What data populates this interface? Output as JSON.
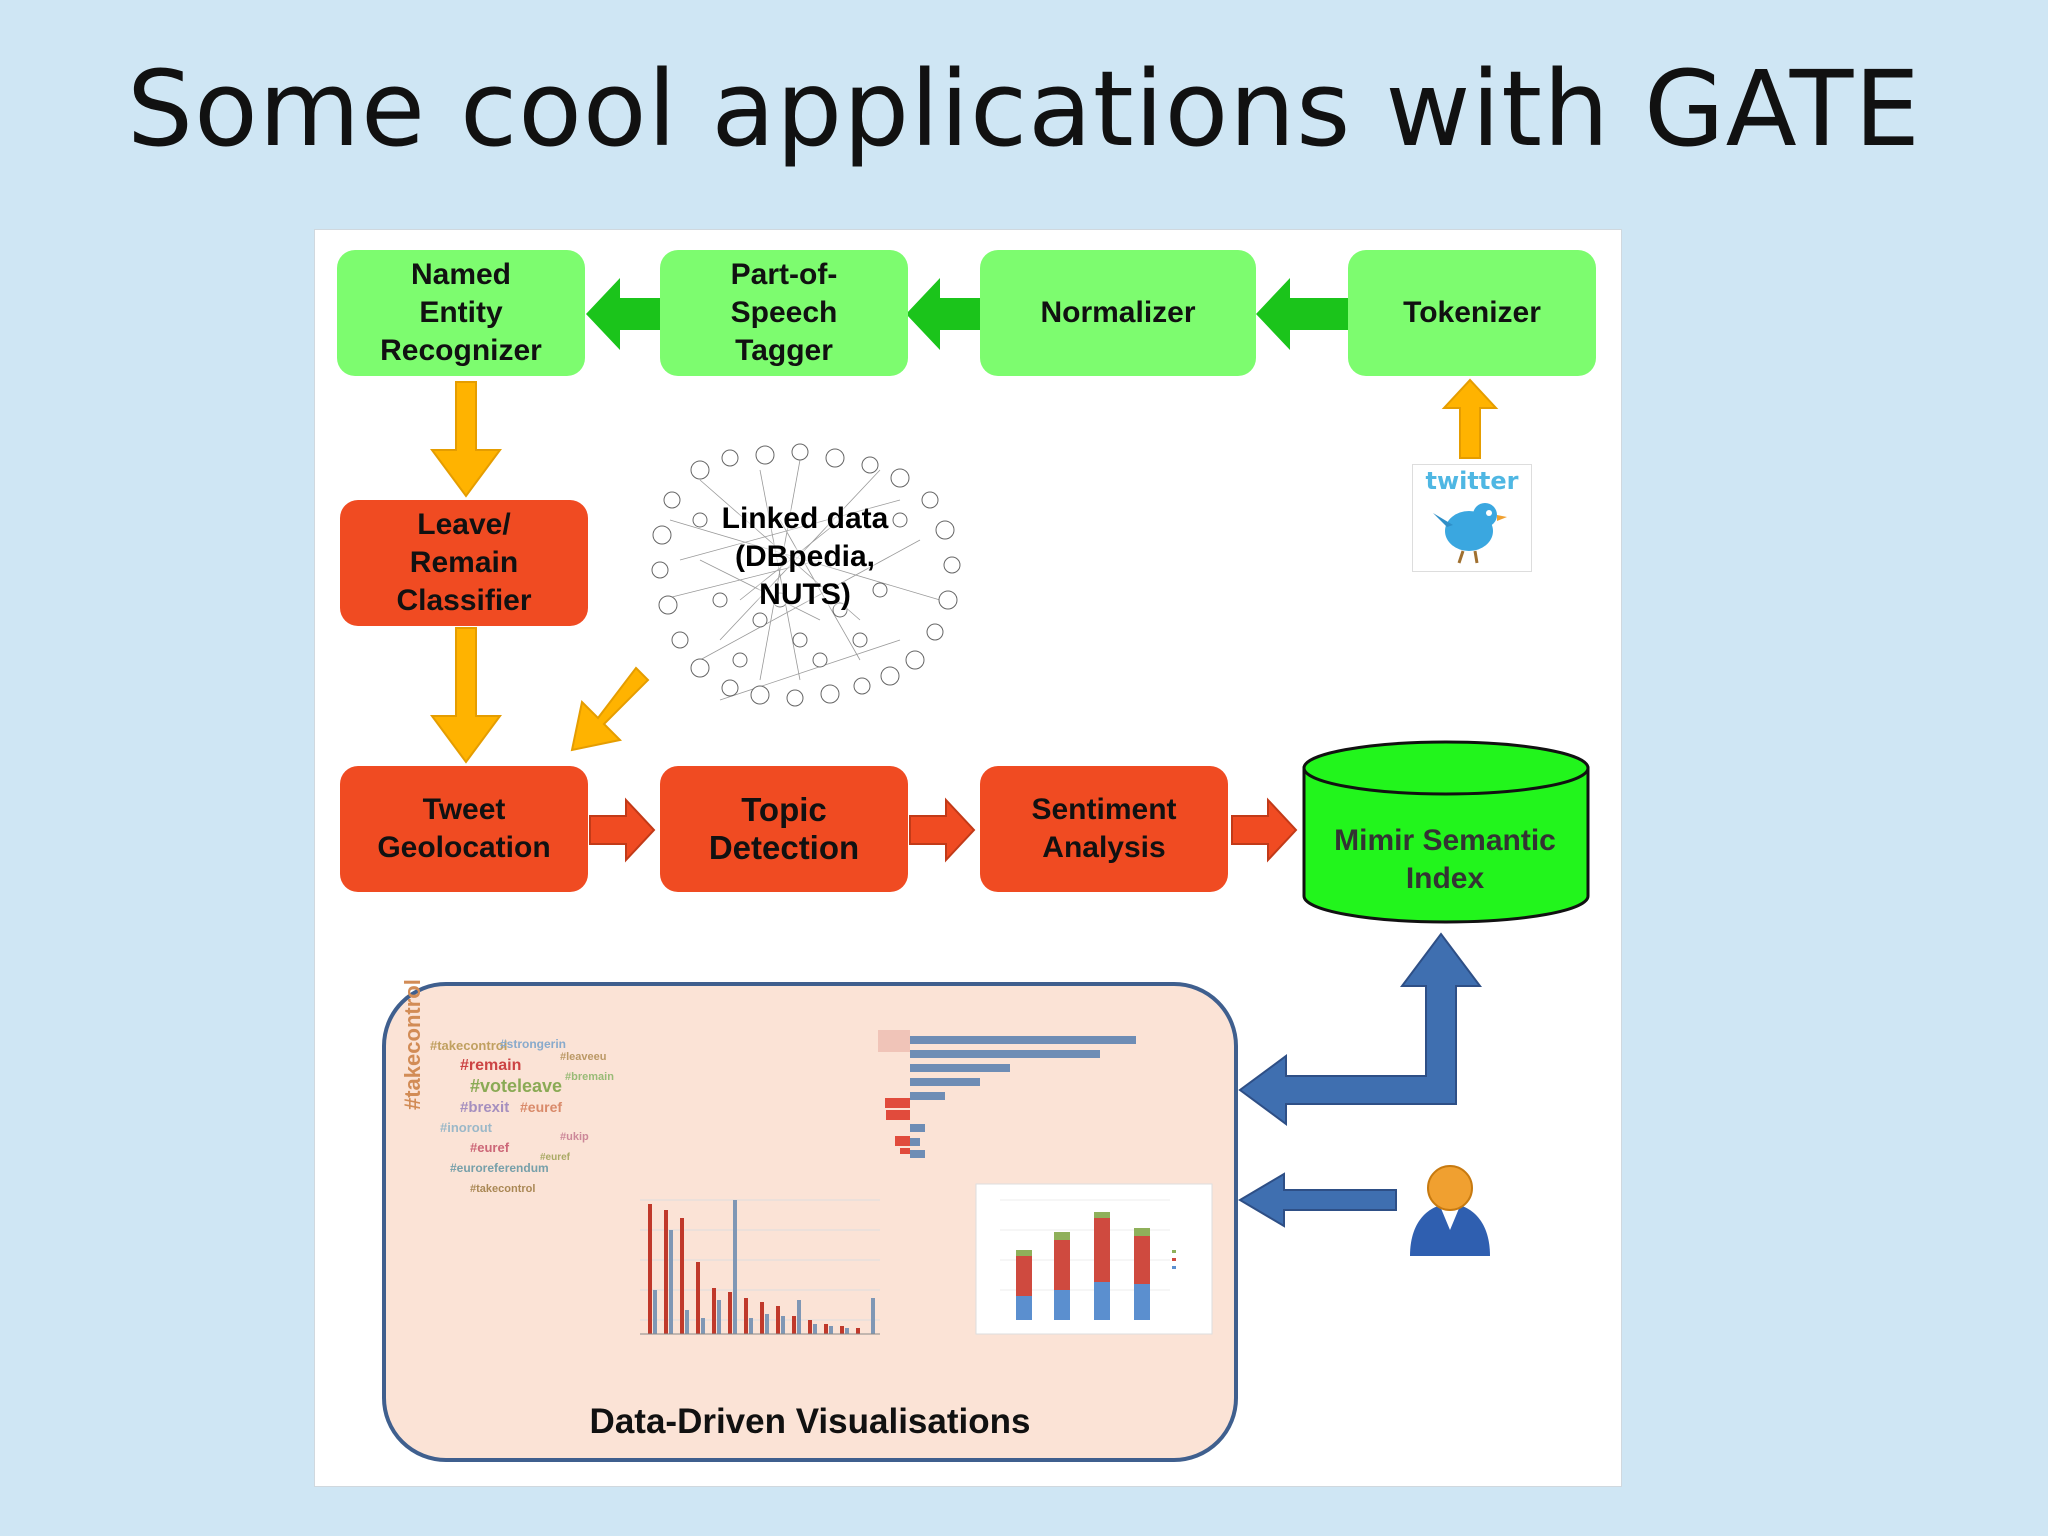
{
  "slide": {
    "title": "Some cool applications with GATE"
  },
  "pipeline": {
    "named_entity_recognizer": "Named\nEntity\nRecognizer",
    "pos_tagger": "Part-of-\nSpeech\nTagger",
    "normalizer": "Normalizer",
    "tokenizer": "Tokenizer",
    "classifier": "Leave/\nRemain\nClassifier",
    "geolocation": "Tweet\nGeolocation",
    "topic_detection": "Topic\nDetection",
    "sentiment": "Sentiment\nAnalysis",
    "index": "Mimir Semantic\nIndex"
  },
  "linked_data": {
    "label": "Linked data\n(DBpedia,\nNUTS)"
  },
  "twitter": {
    "word": "twitter"
  },
  "visualisations": {
    "label": "Data-Driven Visualisations"
  },
  "colors": {
    "background": "#cfe6f4",
    "green_box": "#7dfc6f",
    "red_box": "#f04b22",
    "green_arrow": "#1bc41b",
    "yellow_arrow": "#ffb300",
    "blue_arrow": "#3f6fb0",
    "cylinder": "#22f51c"
  }
}
